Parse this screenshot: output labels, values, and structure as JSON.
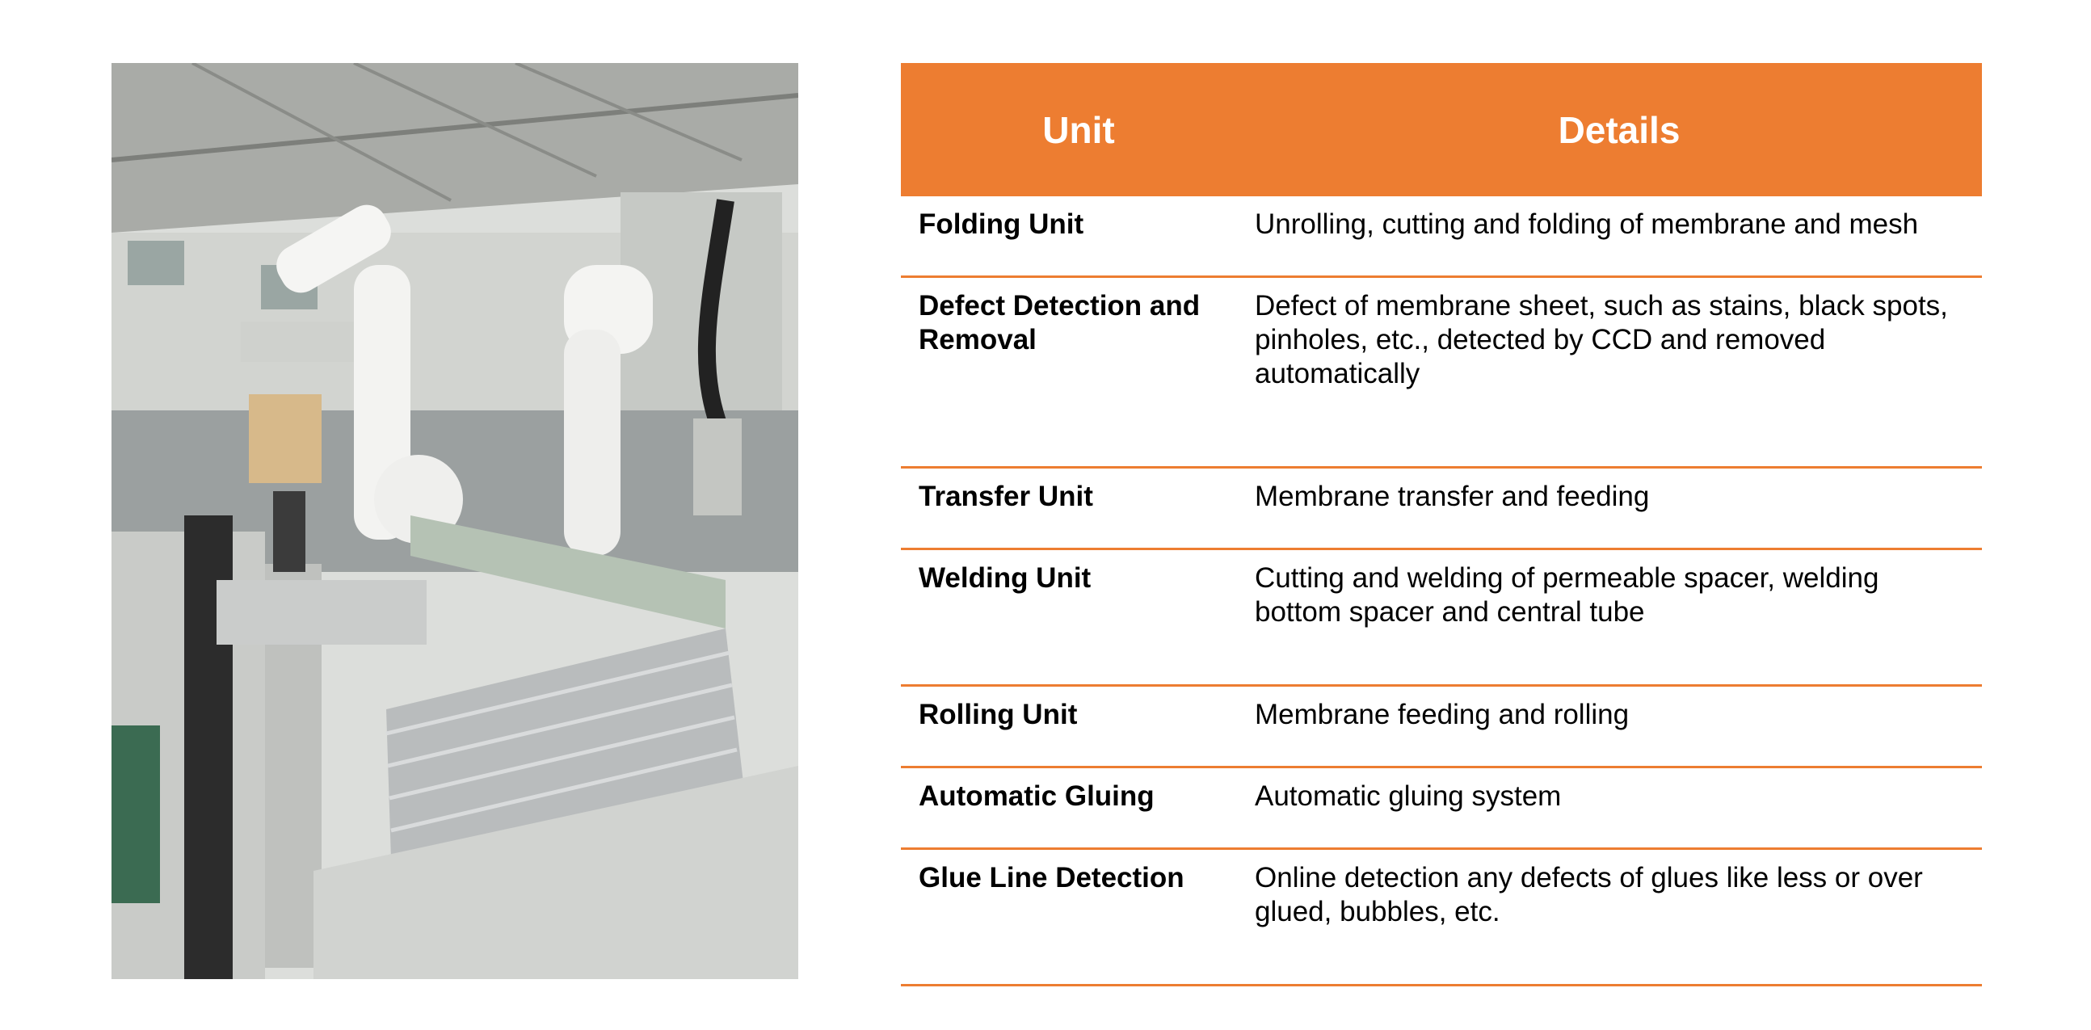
{
  "photo": {
    "alt_icon": "factory-robot-photo"
  },
  "table": {
    "headers": {
      "unit": "Unit",
      "details": "Details"
    },
    "rows": [
      {
        "unit": "Folding Unit",
        "details": "Unrolling, cutting and folding of membrane and mesh"
      },
      {
        "unit": "Defect Detection and Removal",
        "details": "Defect of membrane sheet, such as stains, black spots, pinholes, etc., detected by CCD and removed automatically"
      },
      {
        "unit": "Transfer Unit",
        "details": "Membrane transfer and feeding"
      },
      {
        "unit": "Welding Unit",
        "details": "Cutting and welding of permeable spacer, welding bottom spacer and central tube"
      },
      {
        "unit": "Rolling Unit",
        "details": "Membrane feeding and rolling"
      },
      {
        "unit": "Automatic Gluing",
        "details": "Automatic gluing system"
      },
      {
        "unit": "Glue Line Detection",
        "details": "Online detection any defects of glues like less or over glued, bubbles, etc."
      }
    ]
  },
  "colors": {
    "accent": "#ed7d31",
    "header_text": "#ffffff"
  }
}
